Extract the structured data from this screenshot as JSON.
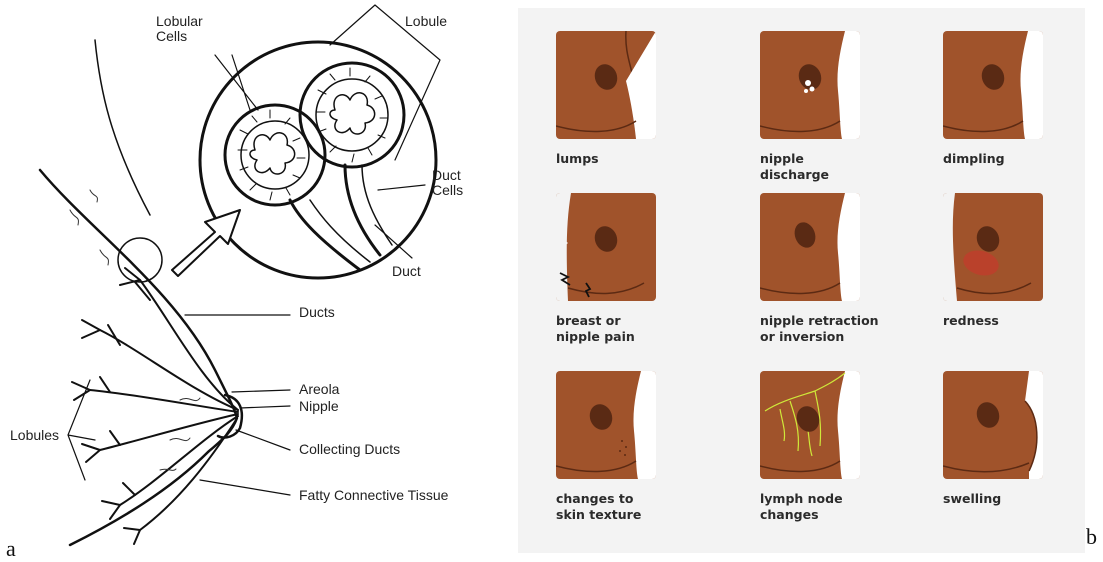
{
  "panel_a": {
    "labels": {
      "lobular_cells": "Lobular\nCells",
      "lobule": "Lobule",
      "duct_cells": "Duct\nCells",
      "duct": "Duct",
      "ducts": "Ducts",
      "areola": "Areola",
      "nipple": "Nipple",
      "lobules": "Lobules",
      "collecting_ducts": "Collecting Ducts",
      "fatty_tissue": "Fatty Connective Tissue"
    },
    "letter": "a"
  },
  "panel_b": {
    "letter": "b",
    "skin_color": "#a0532b",
    "nipple_color": "#5a2a14",
    "tiles": [
      {
        "caption": "lumps",
        "icon": "lump-icon"
      },
      {
        "caption": "nipple\ndischarge",
        "icon": "discharge-icon"
      },
      {
        "caption": "dimpling",
        "icon": "dimpling-icon"
      },
      {
        "caption": "breast or\nnipple pain",
        "icon": "pain-icon"
      },
      {
        "caption": "nipple retraction\nor inversion",
        "icon": "retraction-icon"
      },
      {
        "caption": "redness",
        "icon": "redness-icon"
      },
      {
        "caption": "changes to\nskin texture",
        "icon": "texture-icon"
      },
      {
        "caption": "lymph node\nchanges",
        "icon": "lymph-icon"
      },
      {
        "caption": "swelling",
        "icon": "swelling-icon"
      }
    ]
  }
}
